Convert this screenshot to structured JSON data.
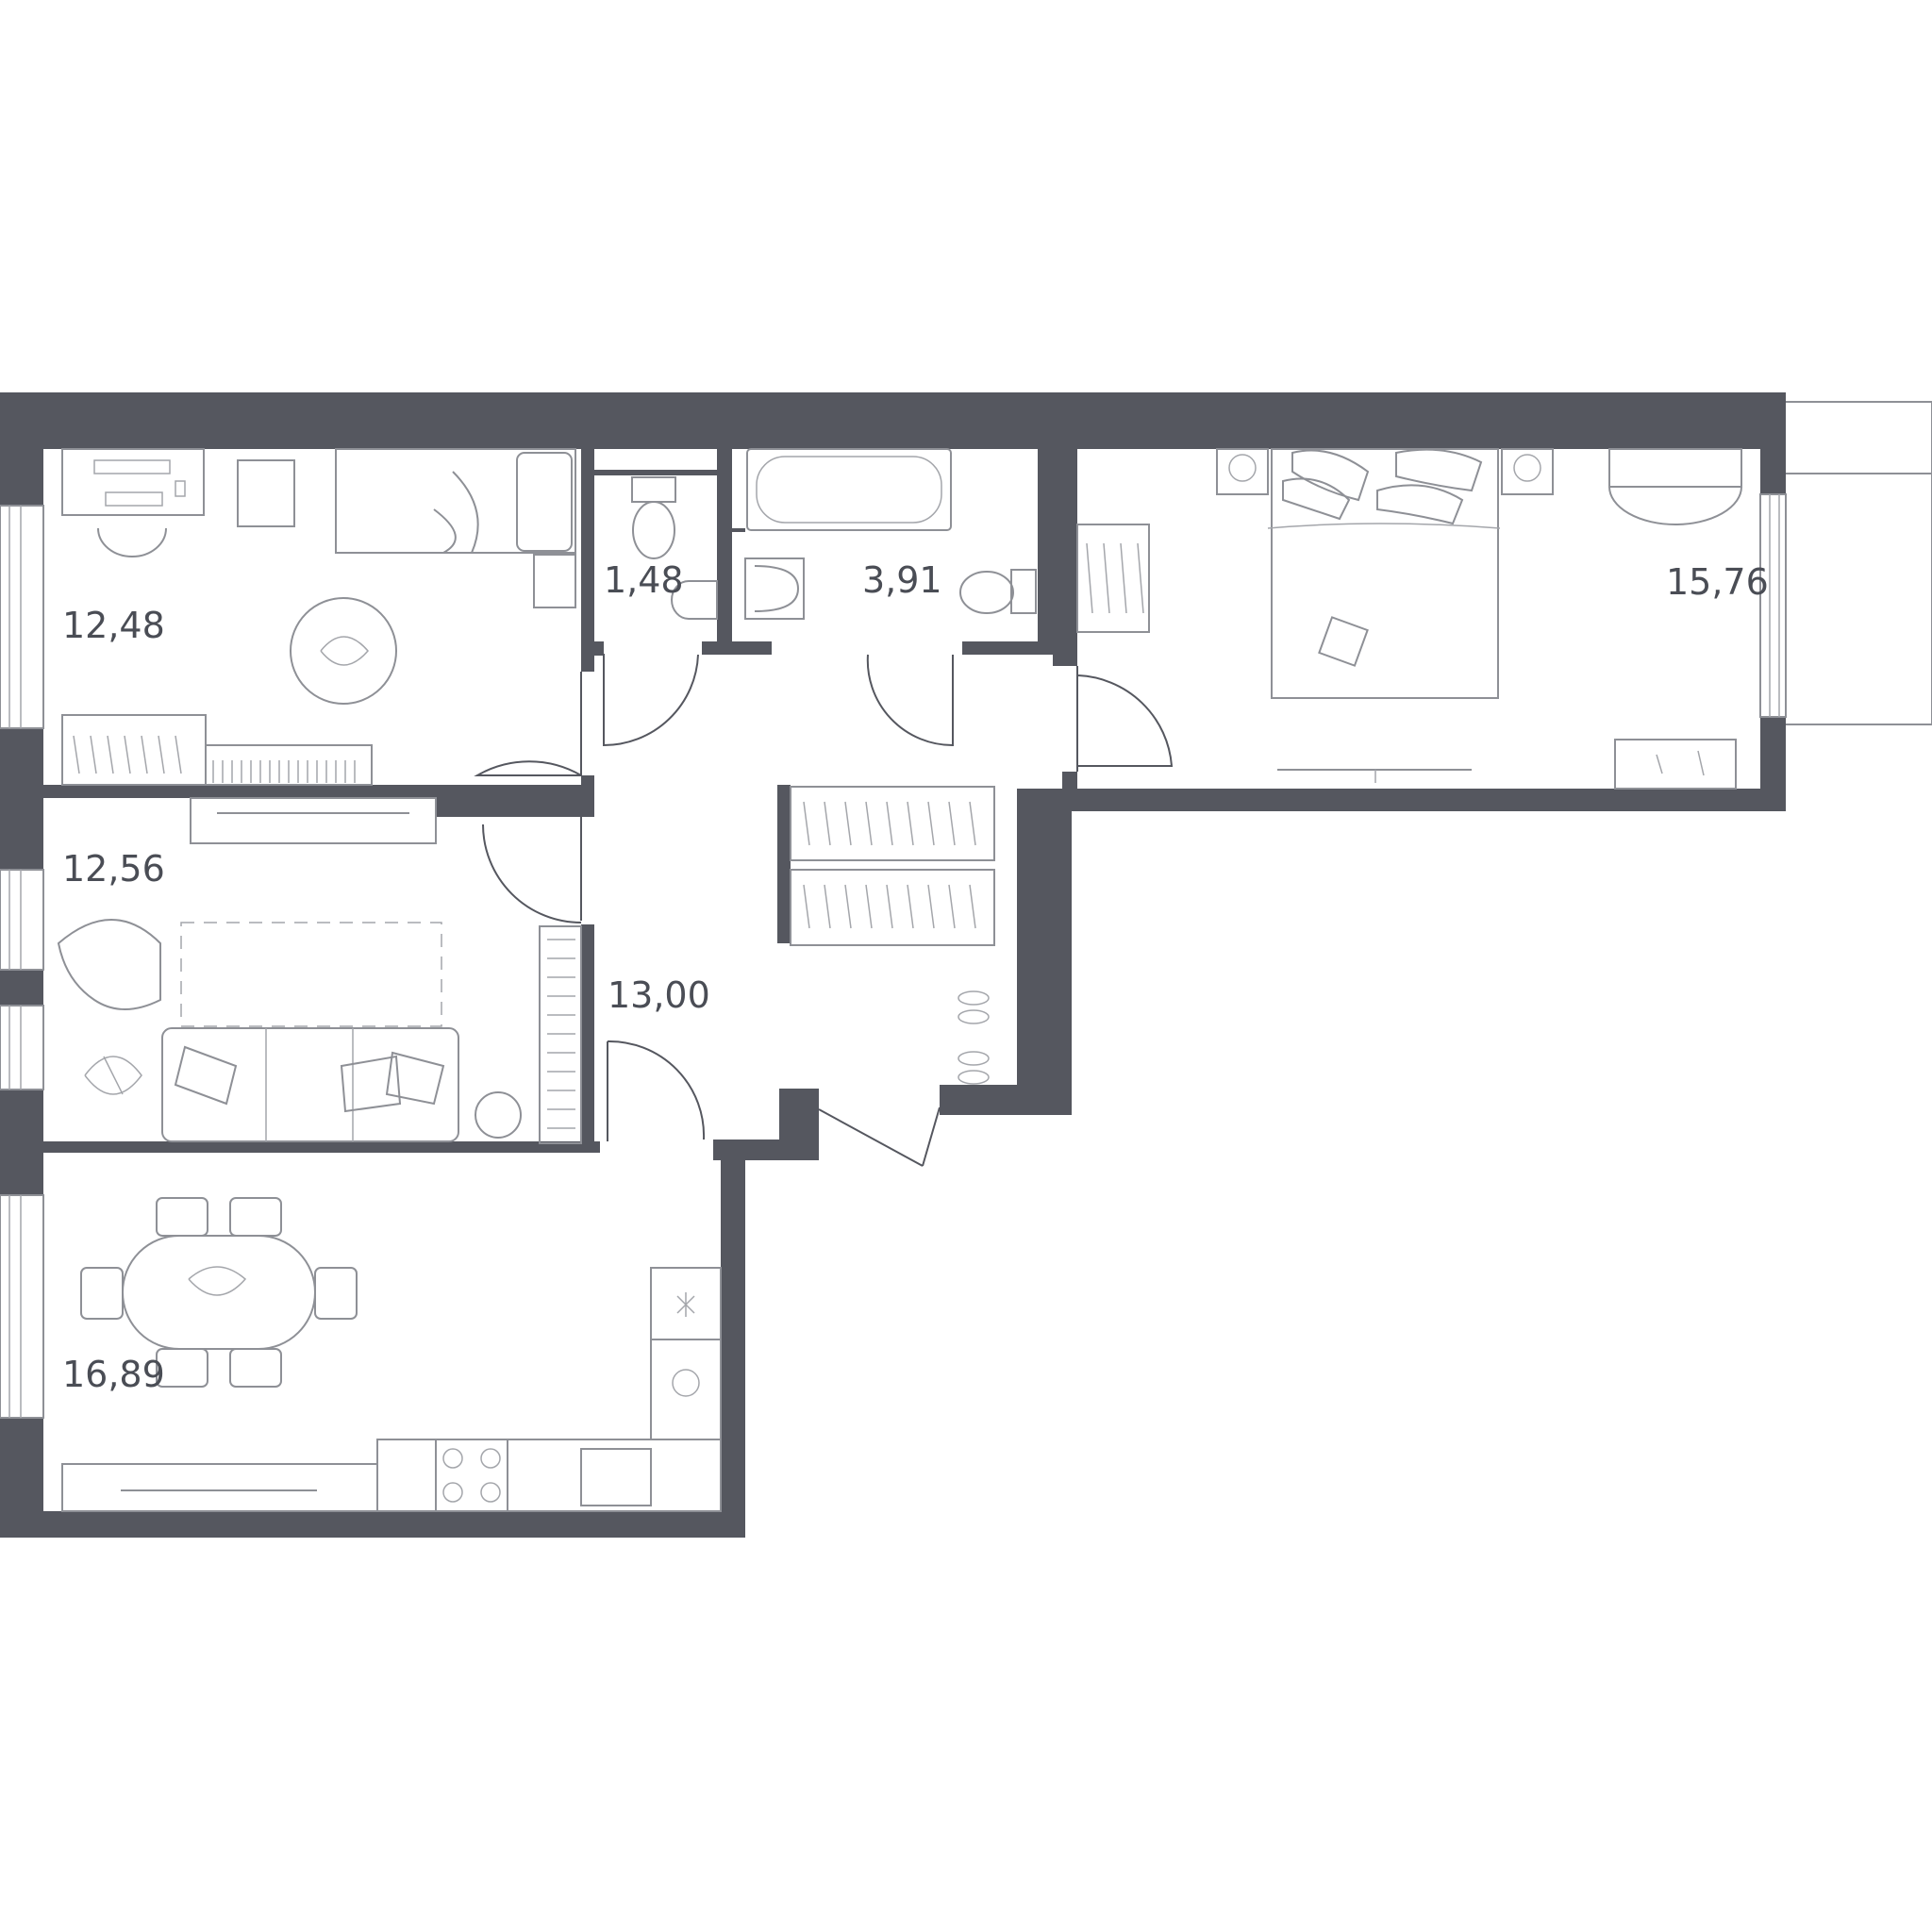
{
  "floor_plan": {
    "colors": {
      "wall": "#55575f",
      "furniture_line": "#8e9096",
      "background": "#ffffff",
      "label": "#4a4d55"
    },
    "rooms": [
      {
        "id": "bedroom-small",
        "area": "12,48"
      },
      {
        "id": "wc",
        "area": "1,48"
      },
      {
        "id": "bathroom",
        "area": "3,91"
      },
      {
        "id": "bedroom-master",
        "area": "15,76"
      },
      {
        "id": "living-room",
        "area": "12,56"
      },
      {
        "id": "hallway",
        "area": "13,00"
      },
      {
        "id": "kitchen-dining",
        "area": "16,89"
      }
    ]
  }
}
